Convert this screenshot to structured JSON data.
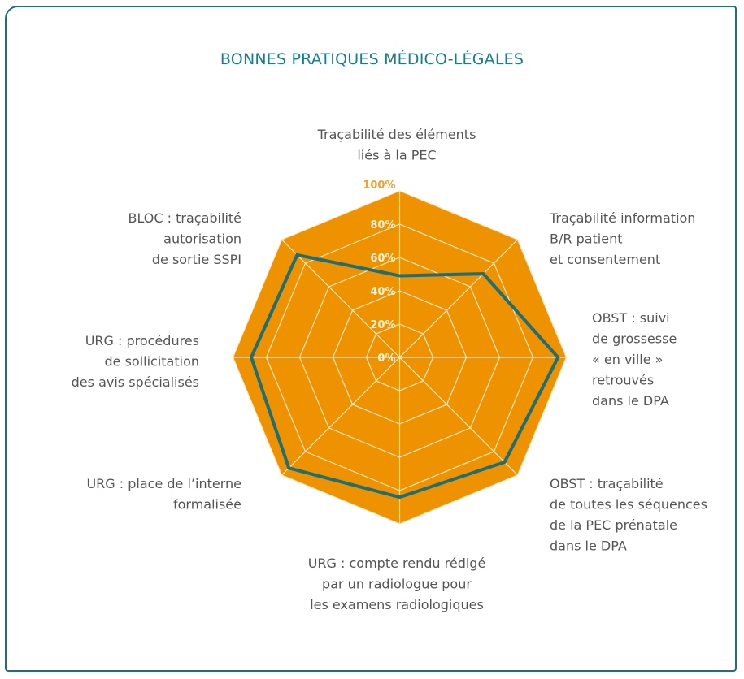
{
  "chart_data": {
    "type": "radar",
    "title": "BONNES PRATIQUES MÉDICO-LÉGALES",
    "categories": [
      [
        "Traçabilité des éléments",
        "liés à la PEC"
      ],
      [
        "Traçabilité information",
        "B/R patient",
        "et consentement"
      ],
      [
        "OBST : suivi",
        "de grossesse",
        "« en ville »",
        "retrouvés",
        "dans le DPA"
      ],
      [
        "OBST : traçabilité",
        "de toutes les séquences",
        "de la PEC prénatale",
        "dans le DPA"
      ],
      [
        "URG : compte rendu rédigé",
        "par un radiologue pour",
        "les examens radiologiques"
      ],
      [
        "URG : place de l’interne",
        "formalisée"
      ],
      [
        "URG : procédures",
        "de sollicitation",
        "des avis spécialisés"
      ],
      [
        "BLOC : traçabilité",
        "autorisation",
        "de sortie SSPI"
      ]
    ],
    "values": [
      49,
      71,
      95,
      89,
      84,
      94,
      89,
      87
    ],
    "ticks": [
      "0%",
      "20%",
      "40%",
      "60%",
      "80%",
      "100%"
    ],
    "rlim": [
      0,
      100
    ],
    "grid": true,
    "colors": {
      "fill": "#ef9200",
      "line": "#1e6e78",
      "grid": "#f8e7c0",
      "title": "#1b7c8a",
      "top_tick": "#f0a030"
    }
  }
}
